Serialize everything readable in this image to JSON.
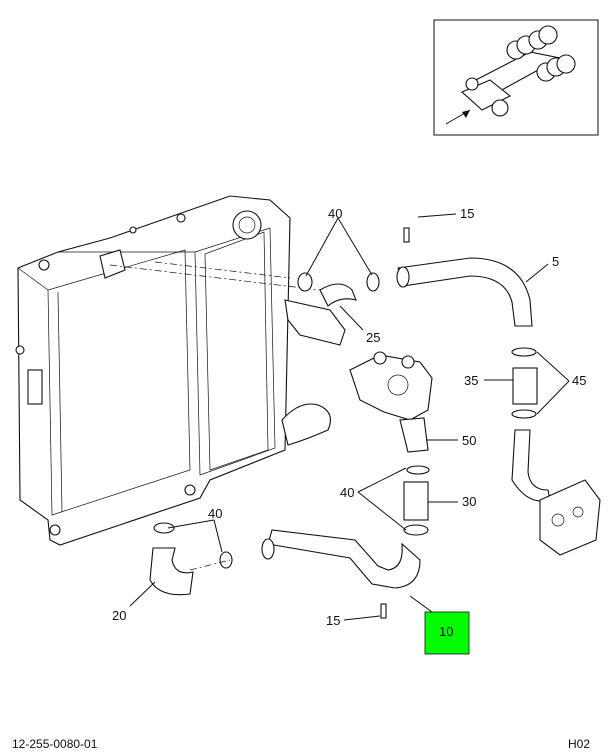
{
  "callouts": {
    "c15_top": "15",
    "c40_top": "40",
    "c5": "5",
    "c25": "25",
    "c35": "35",
    "c45": "45",
    "c50": "50",
    "c40_mid": "40",
    "c30": "30",
    "c40_bot": "40",
    "c20": "20",
    "c15_bot": "15",
    "c10": "10"
  },
  "highlight_color": "#00ff00",
  "footer": {
    "drawing_number": "12-255-0080-01",
    "sheet_code": "H02"
  }
}
